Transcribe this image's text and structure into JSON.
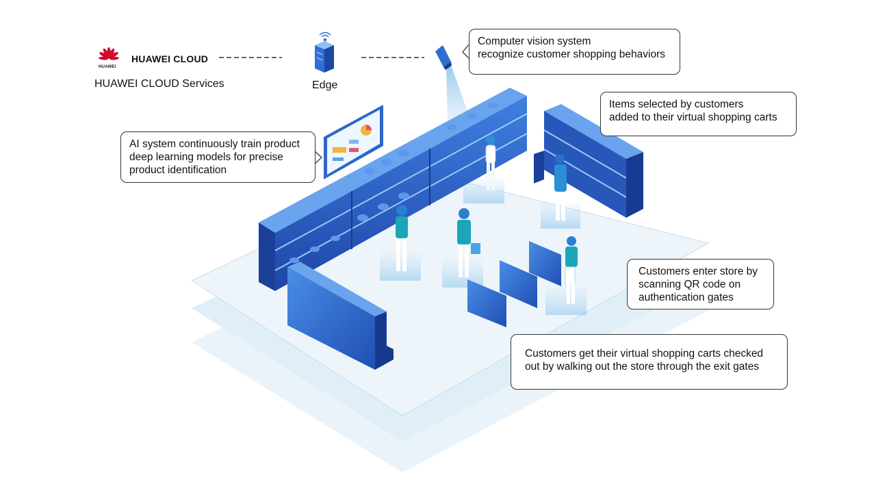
{
  "header": {
    "brand_name": "HUAWEI CLOUD",
    "logo_wordmark": "HUAWEI",
    "services_label": "HUAWEI CLOUD Services",
    "edge_label": "Edge",
    "icons": [
      "huawei-logo",
      "edge-server-icon",
      "wifi-icon",
      "camera-icon"
    ]
  },
  "callouts": {
    "vision": [
      "Computer vision system",
      "recognize customer shopping behaviors"
    ],
    "items": [
      "Items selected by customers",
      "added to their virtual shopping carts"
    ],
    "ai": [
      "AI system continuously train product",
      "deep learning models for precise",
      "product identification"
    ],
    "enter": [
      "Customers enter store by",
      "scanning QR code on",
      "authentication gates"
    ],
    "checkout": [
      "Customers get their virtual shopping carts checked",
      "out by walking out the store through the exit gates"
    ]
  },
  "colors": {
    "brand_red": "#cf0a2c",
    "shelf_blue": "#2a5fc0",
    "shelf_dark": "#1c3f9a",
    "floor": "#e6f1fa",
    "accent_teal": "#1aa6b8"
  }
}
